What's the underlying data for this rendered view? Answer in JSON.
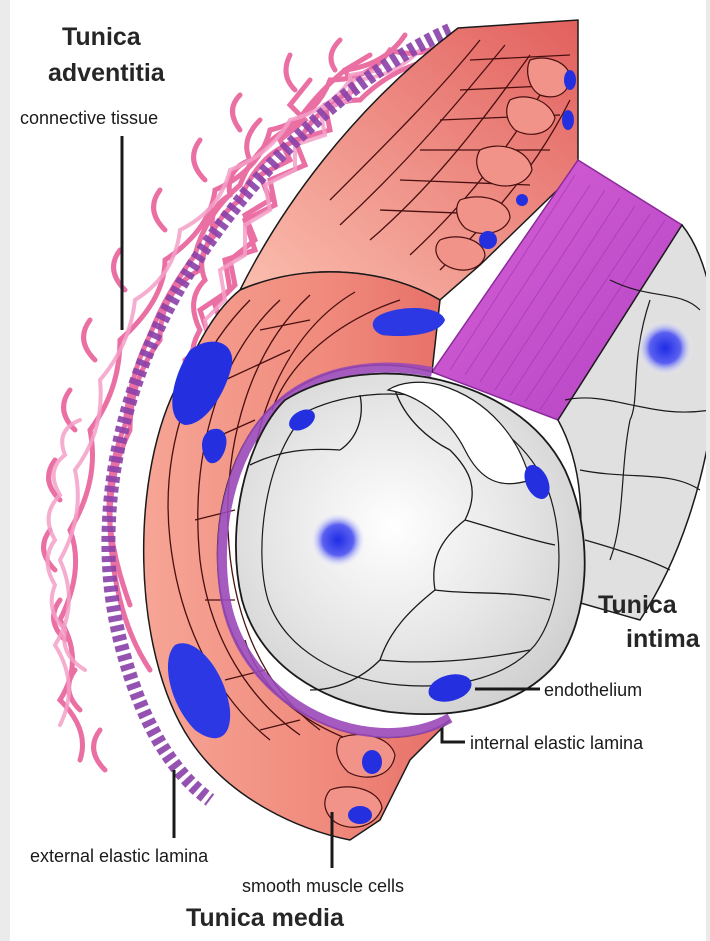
{
  "labels": {
    "tunica_adventitia_line1": "Tunica",
    "tunica_adventitia_line2": "adventitia",
    "connective_tissue": "connective tissue",
    "tunica_intima_line1": "Tunica",
    "tunica_intima_line2": "intima",
    "endothelium": "endothelium",
    "internal_elastic_lamina": "internal elastic lamina",
    "external_elastic_lamina": "external elastic lamina",
    "smooth_muscle_cells": "smooth muscle cells",
    "tunica_media": "Tunica media"
  },
  "colors": {
    "background": "#ebebeb",
    "adventitia_fibers": "#e8609a",
    "elastic_lamina": "#a050b0",
    "media_muscle": "#f4a090",
    "intima_band": "#c850c8",
    "endothelial_cells": "#d8d8d8",
    "nuclei": "#2030e0",
    "outline": "#1a1a1a"
  }
}
